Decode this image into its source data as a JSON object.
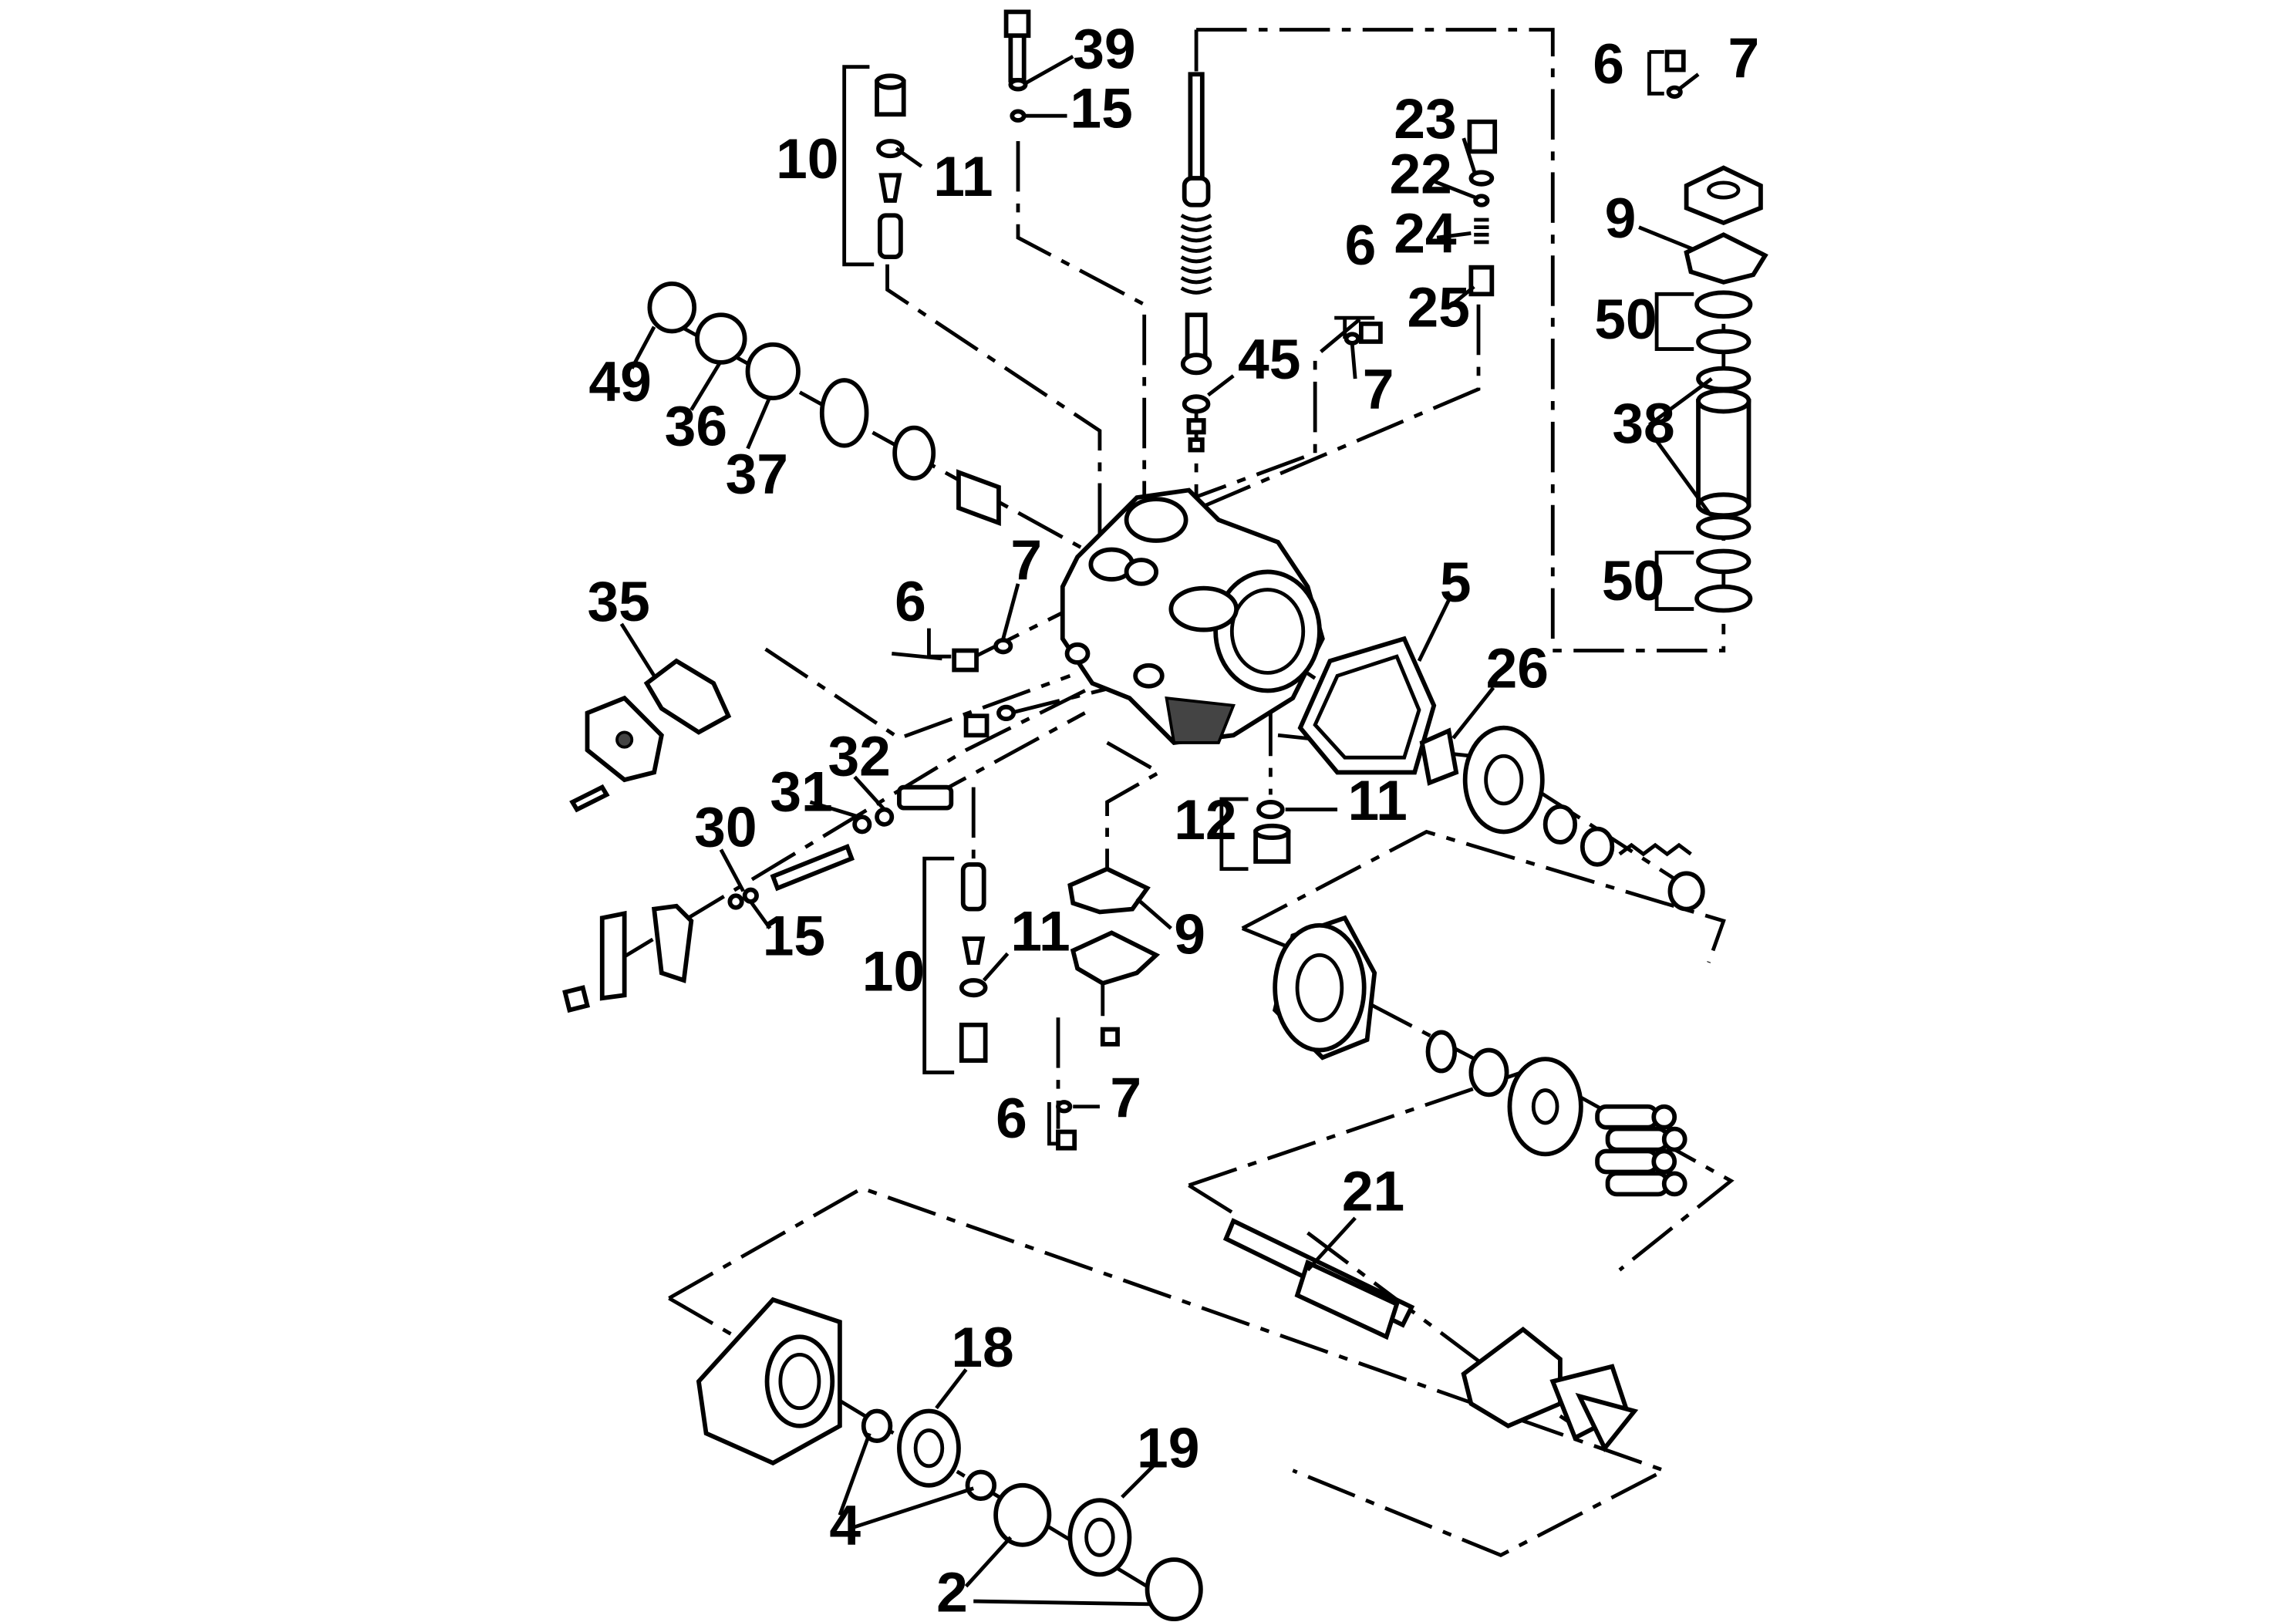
{
  "labels": {
    "l39": "39",
    "l15a": "15",
    "l10a": "10",
    "l11a": "11",
    "l6a": "6",
    "l7a": "7",
    "l23": "23",
    "l22": "22",
    "l24": "24",
    "l25": "25",
    "l6b": "6",
    "l7b": "7",
    "l45": "45",
    "l9a": "9",
    "l50a": "50",
    "l38": "38",
    "l50b": "50",
    "l49": "49",
    "l36": "36",
    "l37": "37",
    "l7c": "7",
    "l6c": "6",
    "l35": "35",
    "l5": "5",
    "l26": "26",
    "l32": "32",
    "l31": "31",
    "l30": "30",
    "l15b": "15",
    "l12": "12",
    "l11b": "11",
    "l9b": "9",
    "l10b": "10",
    "l11c": "11",
    "l6d": "6",
    "l7d": "7",
    "l21": "21",
    "l18": "18",
    "l19": "19",
    "l4": "4",
    "l2": "2"
  }
}
